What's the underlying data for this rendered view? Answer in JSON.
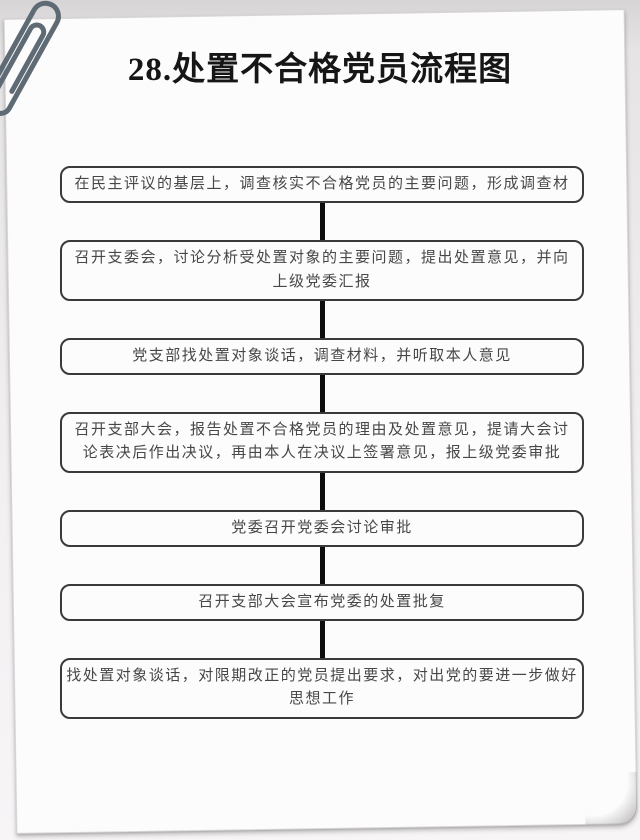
{
  "page": {
    "title": "28.处置不合格党员流程图"
  },
  "flowchart": {
    "steps": [
      {
        "text": "在民主评议的基层上，调查核实不合格党员的主要问题，形成调查材"
      },
      {
        "text": "召开支委会，讨论分析受处置对象的主要问题，提出处置意见，并向\n上级党委汇报"
      },
      {
        "text": "党支部找处置对象谈话，调查材料，并听取本人意见"
      },
      {
        "text": "召开支部大会，报告处置不合格党员的理由及处置意见，提请大会讨\n论表决后作出决议，再由本人在决议上签署意见，报上级党委审批"
      },
      {
        "text": "党委召开党委会讨论审批"
      },
      {
        "text": "召开支部大会宣布党委的处置批复"
      },
      {
        "text": "找处置对象谈话，对限期改正的党员提出要求，对出党的要进一步做好\n思想工作"
      }
    ]
  },
  "colors": {
    "paper": "#fdfcfc",
    "background_top": "#d6d4d5",
    "box_border": "#3a3a3a",
    "box_text": "#474747",
    "connector": "#0d0d0d",
    "title_text": "#161616",
    "paperclip": "#5e6a74"
  }
}
